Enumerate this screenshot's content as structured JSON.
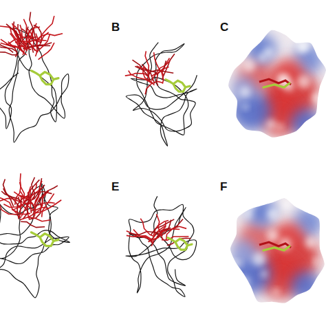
{
  "diagram": {
    "labels": [
      "B",
      "C",
      "E",
      "F"
    ]
  }
}
